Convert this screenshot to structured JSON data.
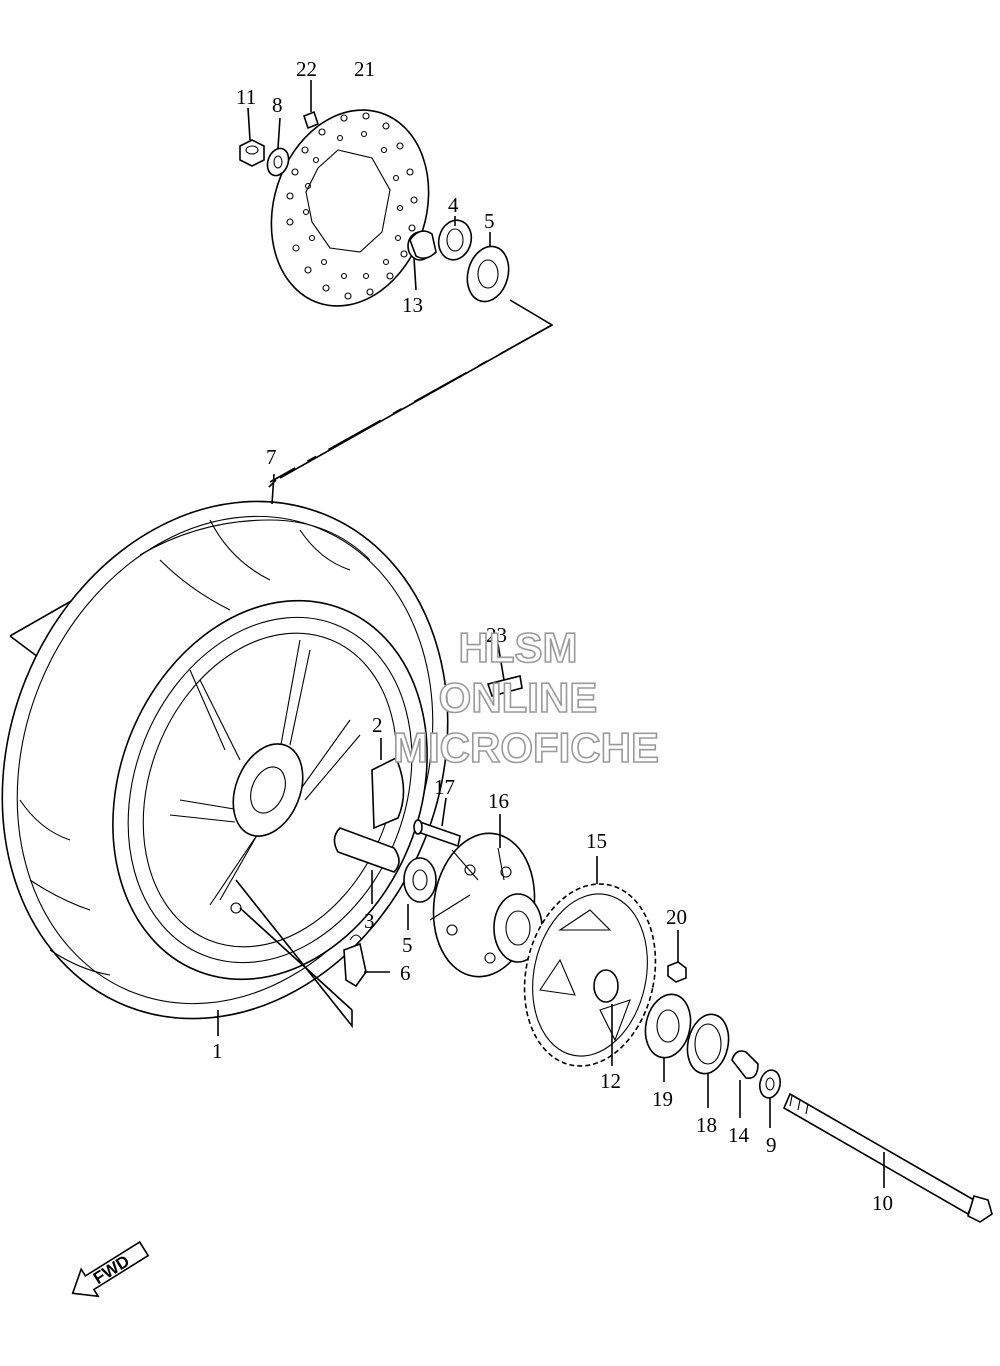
{
  "diagram": {
    "callouts": [
      "1",
      "2",
      "3",
      "4",
      "5",
      "5",
      "6",
      "7",
      "8",
      "9",
      "10",
      "11",
      "12",
      "13",
      "14",
      "15",
      "16",
      "17",
      "18",
      "19",
      "20",
      "21",
      "22",
      "23"
    ],
    "watermark": [
      "HLSM",
      "ONLINE",
      "MICROFICHE"
    ],
    "direction_badge": "FWD"
  }
}
